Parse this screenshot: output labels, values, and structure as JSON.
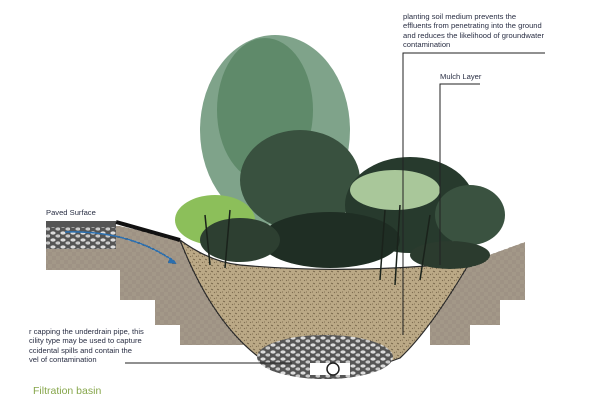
{
  "figure": {
    "title": "Filtration basin",
    "labels": {
      "planting_soil": [
        "planting soil medium prevents the",
        "effluents from penetrating into the ground",
        "and reduces the likelihood of groundwater",
        "contamination"
      ],
      "mulch": "Mulch Layer",
      "paved": "Paved Surface",
      "underdrain": [
        "r capping the underdrain pipe, this",
        "cility type may be used to capture",
        "ccidental spills and contain the",
        "vel of contamination"
      ]
    },
    "colors": {
      "title": "#86a64a",
      "flow_arrow": "#2a6fb0",
      "soil": "#b9a582",
      "foliage": "#5f8a5a"
    }
  }
}
